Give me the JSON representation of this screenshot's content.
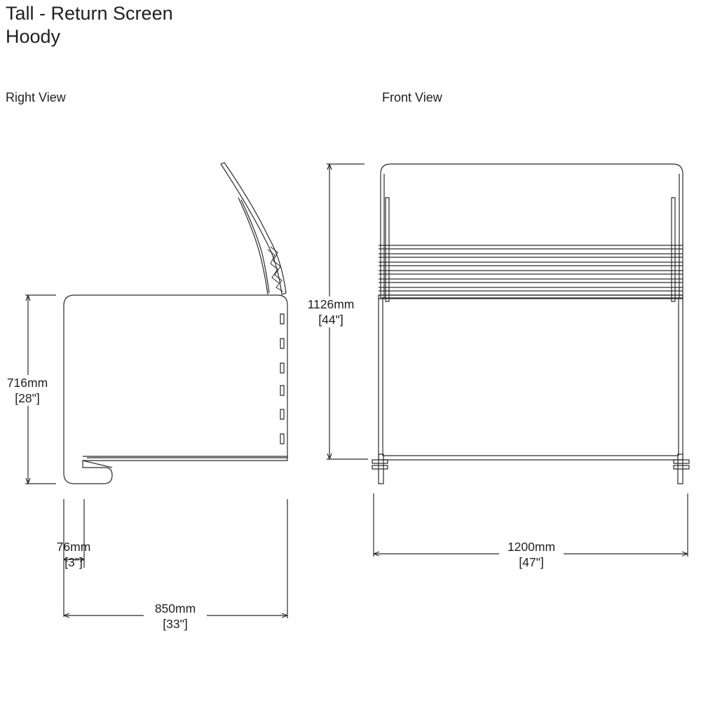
{
  "header": {
    "title_line1": "Tall - Return Screen",
    "title_line2": "Hoody"
  },
  "views": {
    "right": {
      "label": "Right View"
    },
    "front": {
      "label": "Front View"
    }
  },
  "dimensions": {
    "right_height": {
      "mm": "716mm",
      "in": "[28\"]"
    },
    "foot": {
      "mm": "76mm",
      "in": "[3\"]"
    },
    "depth": {
      "mm": "850mm",
      "in": "[33\"]"
    },
    "front_height": {
      "mm": "1126mm",
      "in": "[44\"]"
    },
    "width": {
      "mm": "1200mm",
      "in": "[47\"]"
    }
  },
  "colors": {
    "line": "#2a2a2a",
    "background": "#ffffff"
  }
}
